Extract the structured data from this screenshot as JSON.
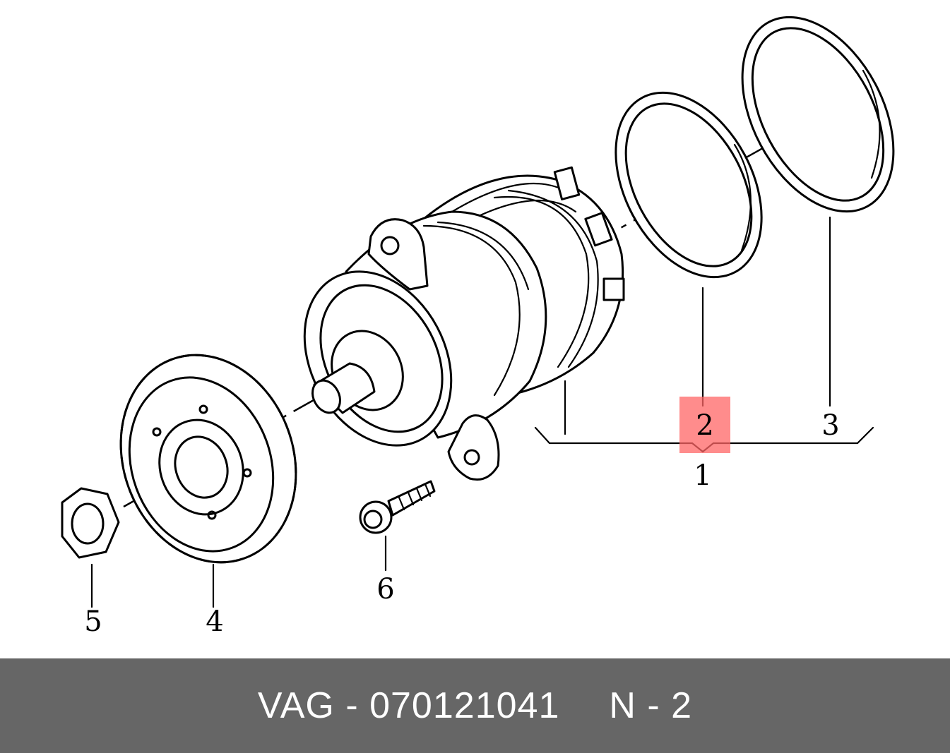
{
  "diagram": {
    "labels": {
      "p1": "1",
      "p2": "2",
      "p3": "3",
      "p4": "4",
      "p5": "5",
      "p6": "6"
    },
    "highlight_color": "#ff6666"
  },
  "footer": {
    "part_ref": "VAG - 070121041",
    "position_ref": "N - 2",
    "background": "#666666"
  }
}
